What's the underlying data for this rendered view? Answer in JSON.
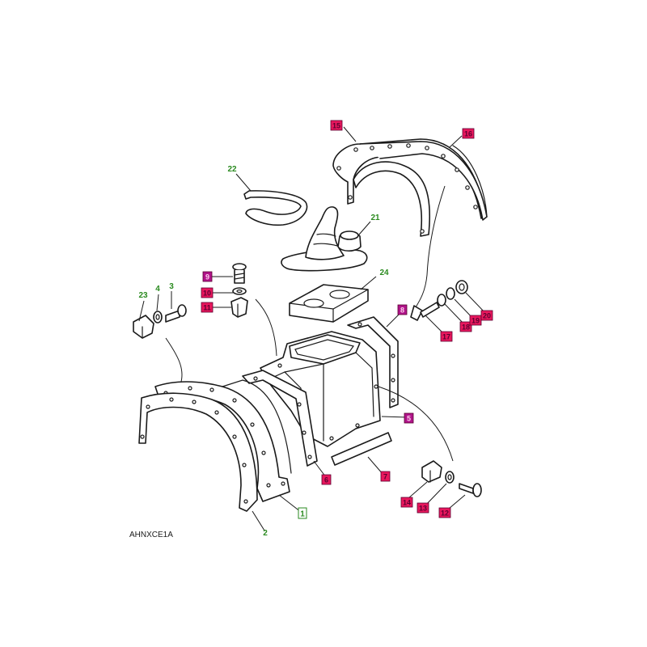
{
  "drawing_code": "AHNXCE1A",
  "colors": {
    "callout_green": "#2a8a1f",
    "callout_fill_red": "#e8175d",
    "callout_fill_purple": "#b0148a",
    "callout_text_dark": "#5a0030",
    "callout_outline_green": "#2a8a1f",
    "line": "#1a1a1a"
  },
  "callouts": [
    {
      "id": "c15",
      "label": "15",
      "style": "red-box"
    },
    {
      "id": "c16",
      "label": "16",
      "style": "red-box"
    },
    {
      "id": "c22",
      "label": "22",
      "style": "green-text"
    },
    {
      "id": "c21",
      "label": "21",
      "style": "green-text"
    },
    {
      "id": "c24",
      "label": "24",
      "style": "green-text"
    },
    {
      "id": "c9",
      "label": "9",
      "style": "purple-box"
    },
    {
      "id": "c10",
      "label": "10",
      "style": "red-box"
    },
    {
      "id": "c11",
      "label": "11",
      "style": "red-box"
    },
    {
      "id": "c23",
      "label": "23",
      "style": "green-text"
    },
    {
      "id": "c4",
      "label": "4",
      "style": "green-text"
    },
    {
      "id": "c3",
      "label": "3",
      "style": "green-text"
    },
    {
      "id": "c8a",
      "label": "8",
      "style": "purple-box"
    },
    {
      "id": "c17",
      "label": "17",
      "style": "red-box"
    },
    {
      "id": "c18",
      "label": "18",
      "style": "red-box"
    },
    {
      "id": "c19",
      "label": "19",
      "style": "red-box"
    },
    {
      "id": "c20",
      "label": "20",
      "style": "red-box"
    },
    {
      "id": "c5",
      "label": "5",
      "style": "purple-box"
    },
    {
      "id": "c6",
      "label": "6",
      "style": "red-box"
    },
    {
      "id": "c7",
      "label": "7",
      "style": "red-box"
    },
    {
      "id": "c14",
      "label": "14",
      "style": "red-box"
    },
    {
      "id": "c13",
      "label": "13",
      "style": "red-box"
    },
    {
      "id": "c12",
      "label": "12",
      "style": "red-box"
    },
    {
      "id": "c1",
      "label": "1",
      "style": "green-outline"
    },
    {
      "id": "c2",
      "label": "2",
      "style": "green-text"
    }
  ]
}
